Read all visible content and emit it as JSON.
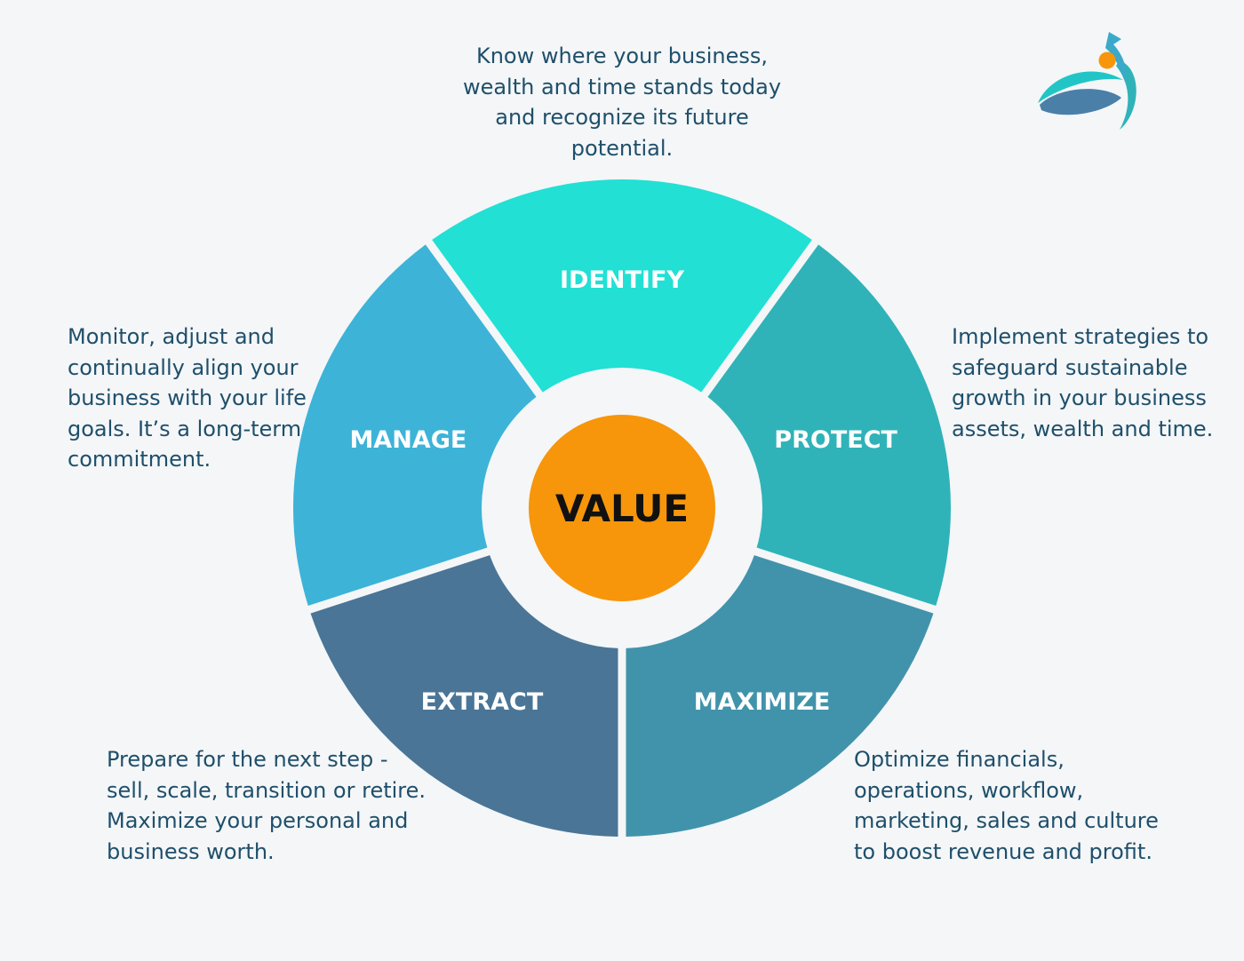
{
  "center": {
    "label": "VALUE",
    "color": "#f7960a"
  },
  "segments": [
    {
      "id": "identify",
      "label": "IDENTIFY",
      "color": "#22e0d4",
      "description": "Know where your business,\nwealth and time stands today\nand recognize its future\npotential."
    },
    {
      "id": "protect",
      "label": "PROTECT",
      "color": "#2fb3b8",
      "description": "Implement strategies to\nsafeguard sustainable\ngrowth in your business\nassets, wealth and time."
    },
    {
      "id": "maximize",
      "label": "MAXIMIZE",
      "color": "#4193ab",
      "description": "Optimize financials,\noperations, workflow,\nmarketing, sales and culture\nto boost revenue and profit."
    },
    {
      "id": "extract",
      "label": "EXTRACT",
      "color": "#4a7596",
      "description": "Prepare for the  next step -\nsell, scale, transition or retire.\nMaximize your personal and\nbusiness worth."
    },
    {
      "id": "manage",
      "label": "MANAGE",
      "color": "#3db3d8",
      "description": "Monitor, adjust and\ncontinually align your\nbusiness with your life\ngoals. It’s a long-term\ncommitment."
    }
  ],
  "background_color": "#f4f6f8",
  "logo": {
    "icon": "leaping-figure-logo-icon",
    "colors": [
      "#22c5c5",
      "#4a7fa8",
      "#f7960a"
    ]
  }
}
